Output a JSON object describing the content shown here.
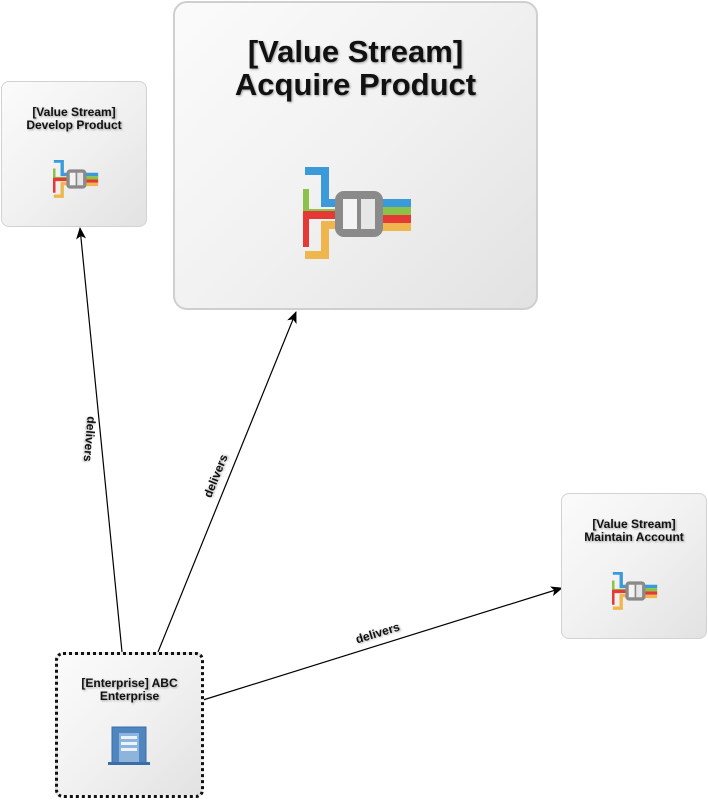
{
  "nodes": {
    "develop_product": {
      "title_line1": "[Value Stream]",
      "title_line2": "Develop Product",
      "icon": "value-stream-icon"
    },
    "acquire_product": {
      "title_line1": "[Value Stream]",
      "title_line2": "Acquire Product",
      "icon": "value-stream-icon"
    },
    "maintain_account": {
      "title_line1": "[Value Stream]",
      "title_line2": "Maintain Account",
      "icon": "value-stream-icon"
    },
    "abc_enterprise": {
      "title_line1": "[Enterprise] ABC",
      "title_line2": "Enterprise",
      "icon": "enterprise-building-icon"
    }
  },
  "edges": [
    {
      "from": "abc_enterprise",
      "to": "develop_product",
      "label": "delivers"
    },
    {
      "from": "abc_enterprise",
      "to": "acquire_product",
      "label": "delivers"
    },
    {
      "from": "abc_enterprise",
      "to": "maintain_account",
      "label": "delivers"
    }
  ],
  "colors": {
    "stream_blue": "#3b9ad9",
    "stream_green": "#8bc34a",
    "stream_red": "#e53935",
    "stream_orange": "#f0b64e",
    "connector_gray": "#8a8a8a",
    "enterprise_blue": "#4f86c0"
  }
}
